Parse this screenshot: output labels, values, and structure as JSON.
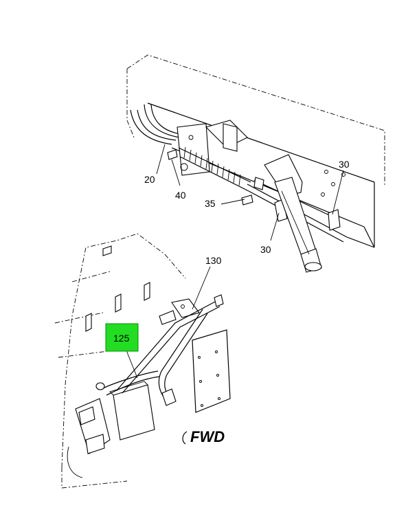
{
  "callouts": {
    "c20": "20",
    "c40": "40",
    "c35": "35",
    "c30a": "30",
    "c30b": "30",
    "c130": "130",
    "c125": "125"
  },
  "direction_label": "FWD",
  "colors": {
    "highlight": "#22dd22",
    "highlight_border": "#0a8a0a",
    "line": "#000000",
    "background": "#ffffff"
  }
}
